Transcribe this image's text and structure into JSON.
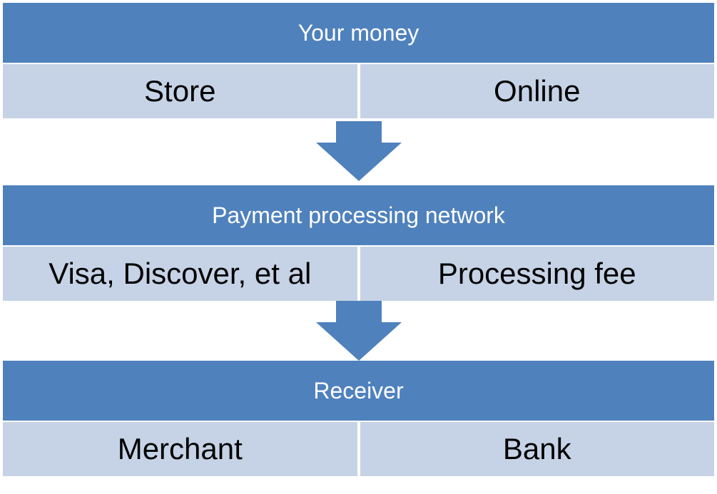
{
  "flow": {
    "stage1": {
      "title": "Your money",
      "items": [
        "Store",
        "Online"
      ]
    },
    "stage2": {
      "title": "Payment processing network",
      "items": [
        "Visa, Discover, et al",
        "Processing fee"
      ]
    },
    "stage3": {
      "title": "Receiver",
      "items": [
        "Merchant",
        "Bank"
      ]
    }
  },
  "colors": {
    "header": "#4f81bd",
    "cell": "#c6d3e6",
    "arrow": "#4f81bd"
  }
}
